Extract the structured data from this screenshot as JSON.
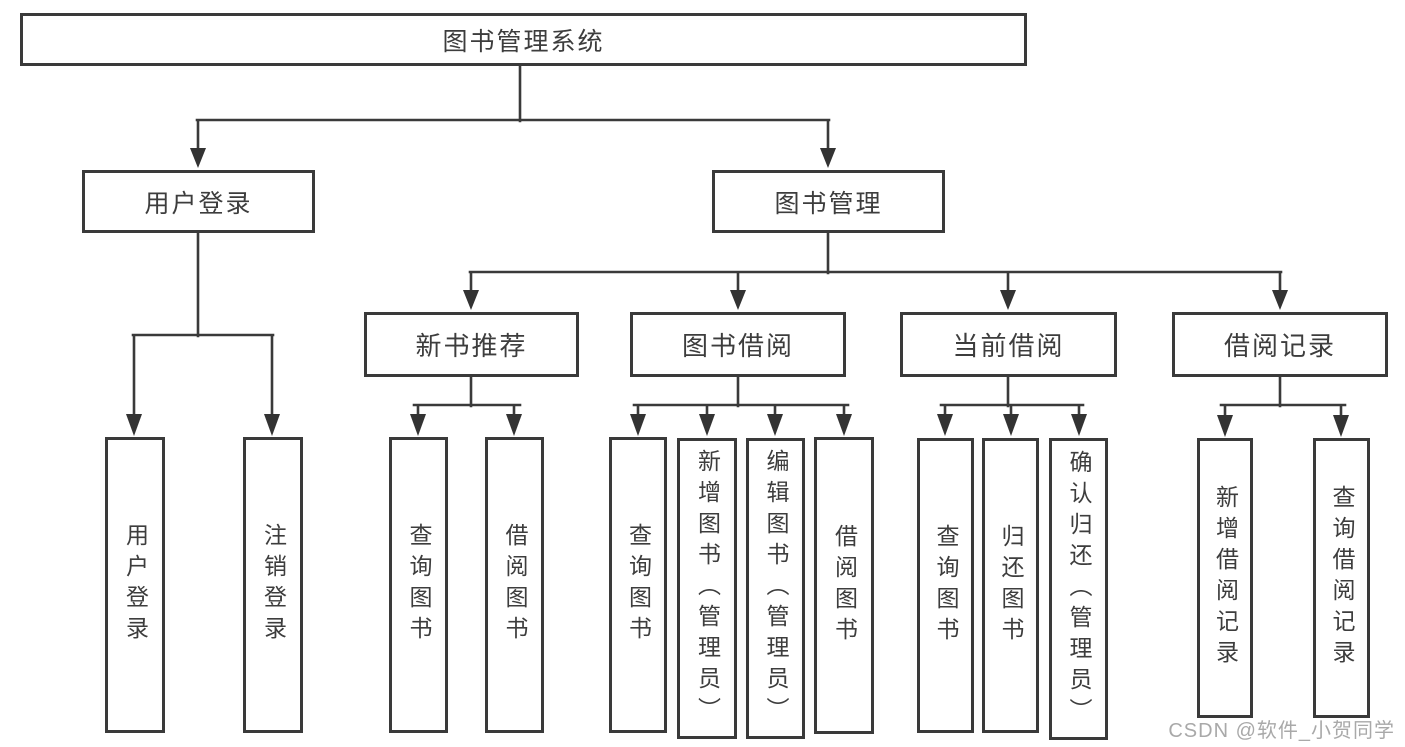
{
  "diagram": {
    "root": {
      "label": "图书管理系统"
    },
    "level2": [
      {
        "label": "用户登录"
      },
      {
        "label": "图书管理"
      }
    ],
    "level3": [
      {
        "label": "新书推荐"
      },
      {
        "label": "图书借阅"
      },
      {
        "label": "当前借阅"
      },
      {
        "label": "借阅记录"
      }
    ],
    "leaves": {
      "user_login": [
        "用户登录",
        "注销登录"
      ],
      "new_books": [
        "查询图书",
        "借阅图书"
      ],
      "book_borrowing": [
        "查询图书",
        "新增图书（管理员）",
        "编辑图书（管理员）",
        "借阅图书"
      ],
      "current_borrowing": [
        "查询图书",
        "归还图书",
        "确认归还（管理员）"
      ],
      "borrowing_records": [
        "新增借阅记录",
        "查询借阅记录"
      ]
    }
  },
  "watermark": {
    "text": "CSDN @软件_小贺同学"
  },
  "colors": {
    "line": "#3a3a3a",
    "box_border": "#3a3a3a",
    "text": "#3d3d3d",
    "watermark": "#a9a9a9",
    "background": "#ffffff"
  }
}
